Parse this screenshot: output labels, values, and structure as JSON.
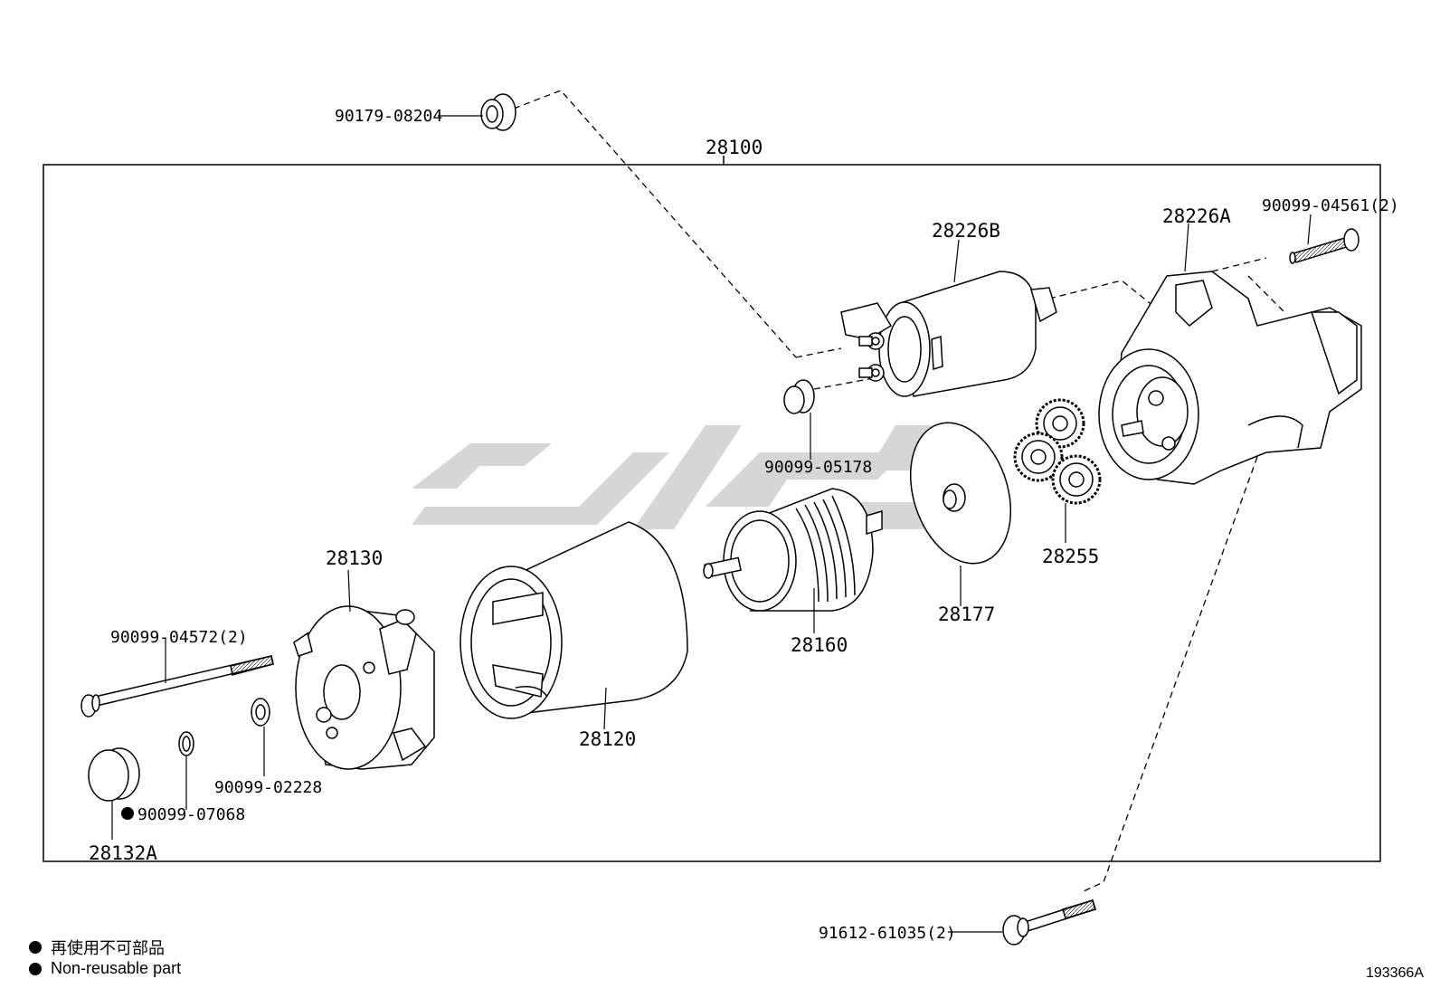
{
  "assembly_label": "28100",
  "parts": {
    "cap_top": "90179-08204",
    "solenoid": "28226B",
    "housing": "28226A",
    "bolt_housing": "90099-04561(2)",
    "plug_mid": "90099-05178",
    "gears": "28255",
    "plate": "28177",
    "armature": "28160",
    "yoke": "28120",
    "end_frame": "28130",
    "through_bolt": "90099-04572(2)",
    "washer": "90099-02228",
    "clip": "90099-07068",
    "end_cap": "28132A",
    "bolt_bottom": "91612-61035(2)"
  },
  "legend": {
    "line_jp": "再使用不可部品",
    "line_en": "Non-reusable part"
  },
  "figure_id": "193366A"
}
